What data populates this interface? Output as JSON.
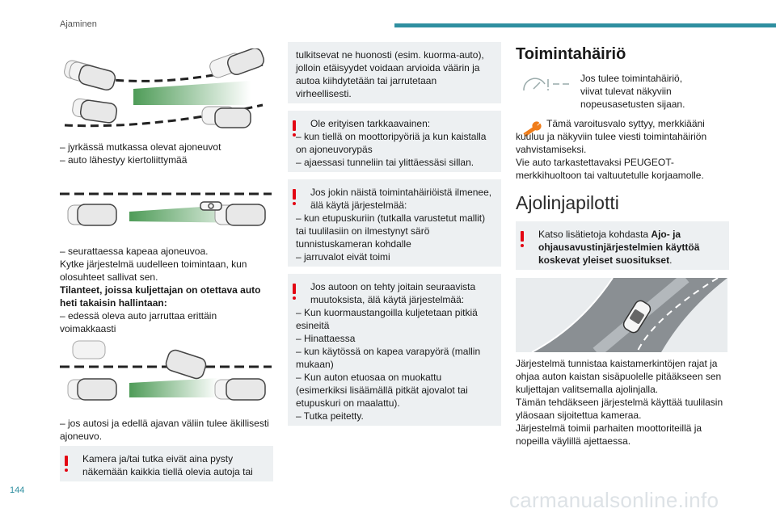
{
  "header": {
    "section": "Ajaminen"
  },
  "page_number": "144",
  "watermark": "carmanualsonline.info",
  "col1": {
    "list1": [
      "– jyrkässä mutkassa olevat ajoneuvot",
      "– auto lähestyy kiertoliittymää"
    ],
    "list2_item": "– seurattaessa kapeaa ajoneuvoa.",
    "restart": "Kytke järjestelmä uudelleen toimintaan, kun olosuhteet sallivat sen.",
    "bold_heading": "Tilanteet, joissa kuljettajan on otettava auto heti takaisin hallintaan:",
    "brake_item": "– edessä oleva auto jarruttaa erittäin voimakkaasti",
    "smart_item": "– jos autosi ja edellä ajavan väliin tulee äkillisesti ajoneuvo.",
    "warn_box": "Kamera ja/tai tutka eivät aina pysty näkemään kaikkia tiellä olevia autoja tai"
  },
  "col2": {
    "box1": "tulkitsevat ne huonosti (esim. kuorma-auto), jolloin etäisyydet voidaan arvioida väärin ja autoa kiihdytetään tai jarrutetaan virheellisesti.",
    "box2_first": "Ole erityisen tarkkaavainen:",
    "box2_lines": [
      "– kun tiellä on moottoripyöriä ja kun kaistalla on ajoneuvorypäs",
      "– ajaessasi tunneliin tai ylittäessäsi sillan."
    ],
    "box3_first": "Jos jokin näistä toimintahäiriöistä ilmenee, älä käytä järjestelmää:",
    "box3_lines": [
      "– kun etupuskuriin (tutkalla varustetut mallit) tai tuulilasiin on ilmestynyt särö tunnistuskameran kohdalle",
      "– jarruvalot eivät toimi"
    ],
    "box4_first": "Jos autoon on tehty joitain seuraavista muutoksista, älä käytä järjestelmää:",
    "box4_lines": [
      "– Kun kuormaustangoilla kuljetetaan pitkiä esineitä",
      "– Hinattaessa",
      "– kun käytössä on kapea varapyörä (mallin mukaan)",
      "– Kun auton etuosaa on muokattu (esimerkiksi lisäämällä pitkät ajovalot tai etupuskuri on maalattu).",
      "– Tutka peitetty."
    ]
  },
  "col3": {
    "title_fault": "Toimintahäiriö",
    "fault_text1": "Jos tulee toimintahäiriö, viivat tulevat näkyviin nopeusasetusten sijaan.",
    "fault_text2_lead": "Tämä varoitusvalo syttyy, merkkiääni kuuluu ja näkyviin tulee viesti toimintahäiriön vahvistamiseksi.",
    "fault_text2_rest": "Vie auto tarkastettavaksi PEUGEOT-merkkihuoltoon tai valtuutetulle korjaamolle.",
    "title_lane": "Ajolinjapilotti",
    "lane_box_pre": "Katso lisätietoja kohdasta ",
    "lane_box_bold": "Ajo- ja ohjausavustinjärjestelmien käyttöä koskevat yleiset suositukset",
    "lane_box_post": ".",
    "lane_text": [
      "Järjestelmä tunnistaa kaistamerkintöjen rajat ja ohjaa auton kaistan sisäpuolelle pitääkseen sen kuljettajan valitsemalla ajolinjalla.",
      "Tämän tehdäkseen järjestelmä käyttää tuulilasin yläosaan sijoitettua kameraa.",
      "Järjestelmä toimii parhaiten moottoriteillä ja nopeilla väylillä ajettaessa."
    ]
  },
  "icons": {
    "warning": "exclamation-icon",
    "fault_gauge": "speed-gauge-dashes-icon",
    "wrench": "wrench-icon",
    "accent_color": "#2f8fa0",
    "warning_color": "#e30613",
    "box_color": "#edf0f2"
  }
}
